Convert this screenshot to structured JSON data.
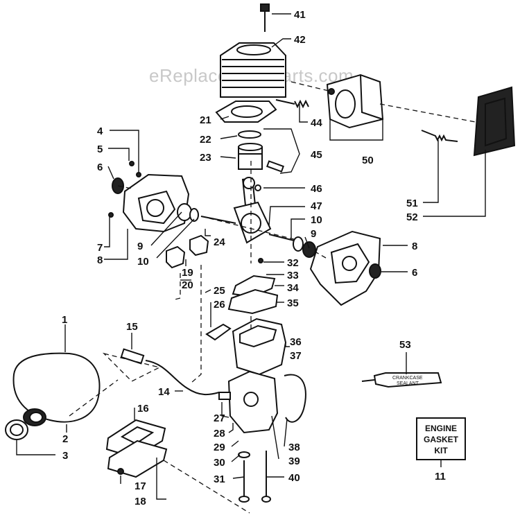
{
  "watermark": "eReplacementParts.com",
  "tube_label": [
    "CRANKCASE",
    "SEALANT"
  ],
  "kit_label": [
    "ENGINE",
    "GASKET",
    "KIT"
  ],
  "callouts": [
    {
      "id": "c41",
      "text": "41"
    },
    {
      "id": "c42",
      "text": "42"
    },
    {
      "id": "c21",
      "text": "21"
    },
    {
      "id": "c22",
      "text": "22"
    },
    {
      "id": "c23",
      "text": "23"
    },
    {
      "id": "c44",
      "text": "44"
    },
    {
      "id": "c45",
      "text": "45"
    },
    {
      "id": "c50",
      "text": "50"
    },
    {
      "id": "c46",
      "text": "46"
    },
    {
      "id": "c47",
      "text": "47"
    },
    {
      "id": "c10r",
      "text": "10"
    },
    {
      "id": "c9r",
      "text": "9"
    },
    {
      "id": "c51",
      "text": "51"
    },
    {
      "id": "c52",
      "text": "52"
    },
    {
      "id": "c4",
      "text": "4"
    },
    {
      "id": "c5",
      "text": "5"
    },
    {
      "id": "c6l",
      "text": "6"
    },
    {
      "id": "c7",
      "text": "7"
    },
    {
      "id": "c8l",
      "text": "8"
    },
    {
      "id": "c9l",
      "text": "9"
    },
    {
      "id": "c10l",
      "text": "10"
    },
    {
      "id": "c24",
      "text": "24"
    },
    {
      "id": "c19",
      "text": "19"
    },
    {
      "id": "c20",
      "text": "20"
    },
    {
      "id": "c25",
      "text": "25"
    },
    {
      "id": "c26",
      "text": "26"
    },
    {
      "id": "c32",
      "text": "32"
    },
    {
      "id": "c33",
      "text": "33"
    },
    {
      "id": "c34",
      "text": "34"
    },
    {
      "id": "c35",
      "text": "35"
    },
    {
      "id": "c8r",
      "text": "8"
    },
    {
      "id": "c6r",
      "text": "6"
    },
    {
      "id": "c1",
      "text": "1"
    },
    {
      "id": "c15",
      "text": "15"
    },
    {
      "id": "c36",
      "text": "36"
    },
    {
      "id": "c37",
      "text": "37"
    },
    {
      "id": "c53",
      "text": "53"
    },
    {
      "id": "c14",
      "text": "14"
    },
    {
      "id": "c16",
      "text": "16"
    },
    {
      "id": "c2",
      "text": "2"
    },
    {
      "id": "c3",
      "text": "3"
    },
    {
      "id": "c27",
      "text": "27"
    },
    {
      "id": "c28",
      "text": "28"
    },
    {
      "id": "c29",
      "text": "29"
    },
    {
      "id": "c30",
      "text": "30"
    },
    {
      "id": "c31",
      "text": "31"
    },
    {
      "id": "c38",
      "text": "38"
    },
    {
      "id": "c39",
      "text": "39"
    },
    {
      "id": "c40",
      "text": "40"
    },
    {
      "id": "c11",
      "text": "11"
    },
    {
      "id": "c17",
      "text": "17"
    },
    {
      "id": "c18",
      "text": "18"
    }
  ]
}
